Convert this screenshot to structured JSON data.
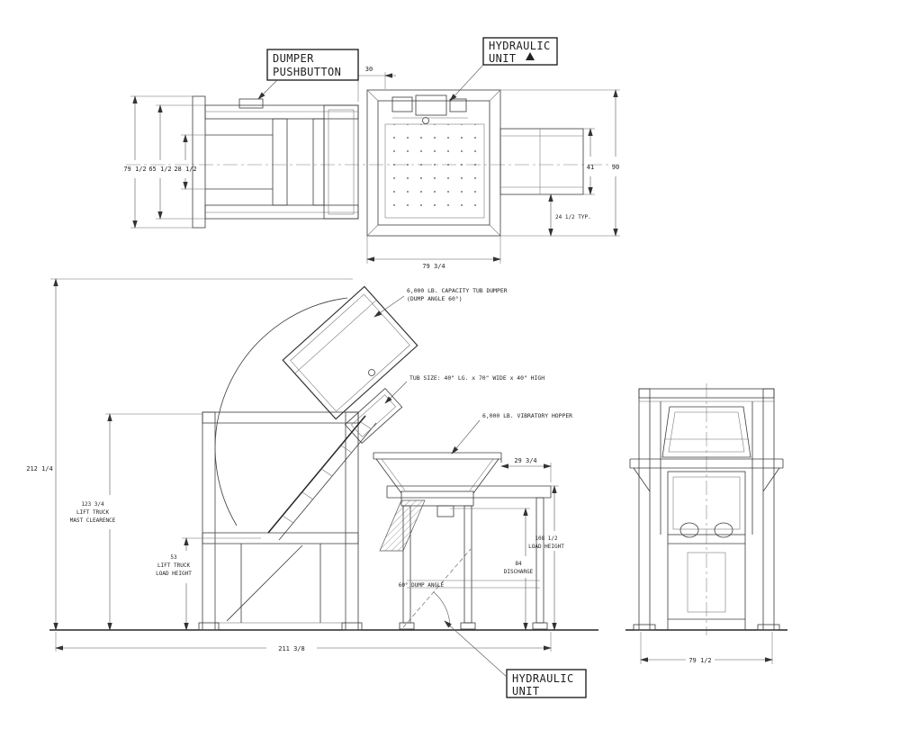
{
  "drawing": {
    "callouts": {
      "pushbutton": {
        "line1": "DUMPER",
        "line2": "PUSHBUTTON"
      },
      "hydraulic_top": {
        "line1": "HYDRAULIC",
        "line2": "UNIT"
      },
      "hydraulic_bottom": {
        "line1": "HYDRAULIC",
        "line2": "UNIT"
      }
    },
    "notes": {
      "capacity_line1": "6,000 LB. CAPACITY TUB DUMPER",
      "capacity_line2": "(DUMP ANGLE 60°)",
      "tub_size": "TUB SIZE: 40\" LG. x 70\" WIDE x 40\" HIGH",
      "vibratory_hopper": "6,000 LB. VIBRATORY HOPPER",
      "dump_angle": "60° DUMP ANGLE"
    },
    "dims": {
      "plan": {
        "gap": "30",
        "overall_width": "79 1/2",
        "rail_width": "65 1/2",
        "cradle_width": "28 1/2",
        "ext_depth": "41",
        "overall_depth": "90",
        "typ": "24 1/2 TYP.",
        "hopper_width": "79 3/4"
      },
      "front": {
        "overall_height": "212 1/4",
        "mast_clearance": "123 3/4",
        "mast_clearance_label1": "LIFT TRUCK",
        "mast_clearance_label2": "MAST CLEARENCE",
        "load_height": "53",
        "load_height_label1": "LIFT TRUCK",
        "load_height_label2": "LOAD HEIGHT",
        "overall_width": "211 3/8",
        "hopper_extension": "29 3/4",
        "hopper_load_height": "108 1/2",
        "hopper_load_height_label": "LOAD HEIGHT",
        "discharge_height": "84",
        "discharge_label": "DISCHARGE"
      },
      "side": {
        "overall_width": "79 1/2"
      }
    }
  }
}
